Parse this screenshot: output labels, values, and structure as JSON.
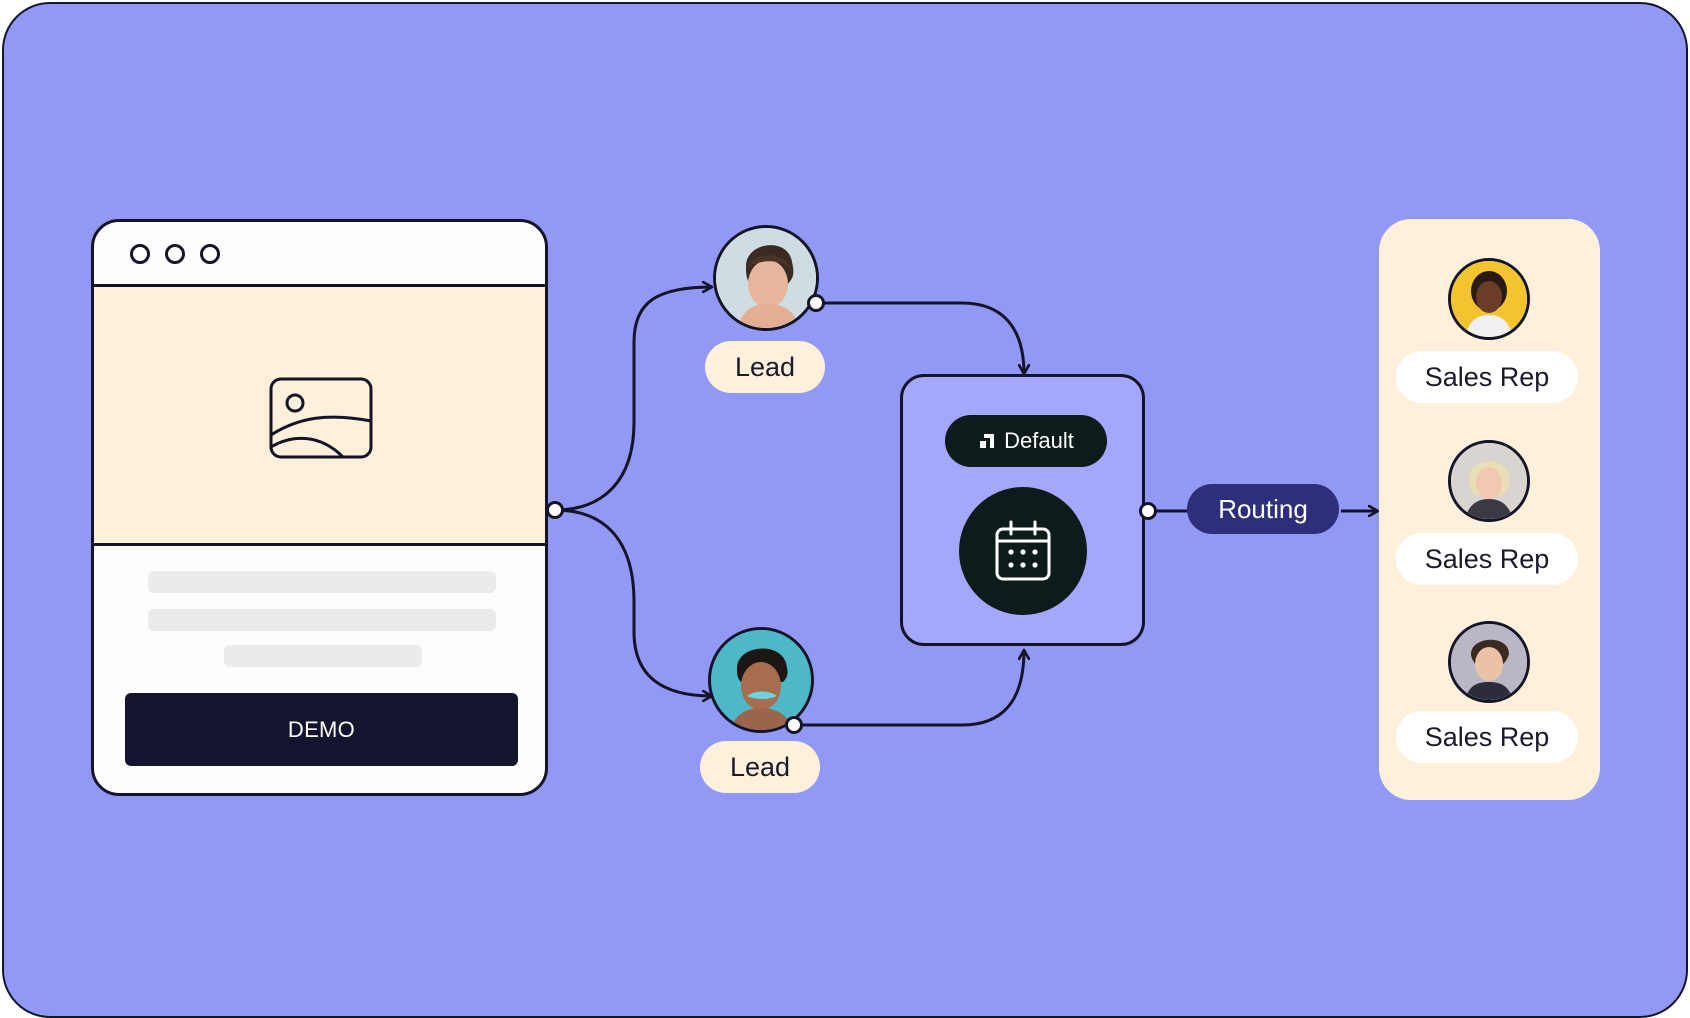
{
  "background_color": "#9299f4",
  "browser": {
    "button_label": "DEMO",
    "hero_color": "#fff0db",
    "hero_icon": "image-icon"
  },
  "leads": [
    {
      "label": "Lead"
    },
    {
      "label": "Lead"
    }
  ],
  "router": {
    "badge_label": "Default",
    "badge_icon": "logo-mark-icon",
    "center_icon": "calendar-icon",
    "node_color": "#a4a7fb"
  },
  "routing": {
    "label": "Routing",
    "color": "#2e2f7a"
  },
  "sales_reps": [
    {
      "label": "Sales Rep",
      "avatar_color": "#f4c430"
    },
    {
      "label": "Sales Rep",
      "avatar_color": "#d9d4cf"
    },
    {
      "label": "Sales Rep",
      "avatar_color": "#b9b7c6"
    }
  ]
}
